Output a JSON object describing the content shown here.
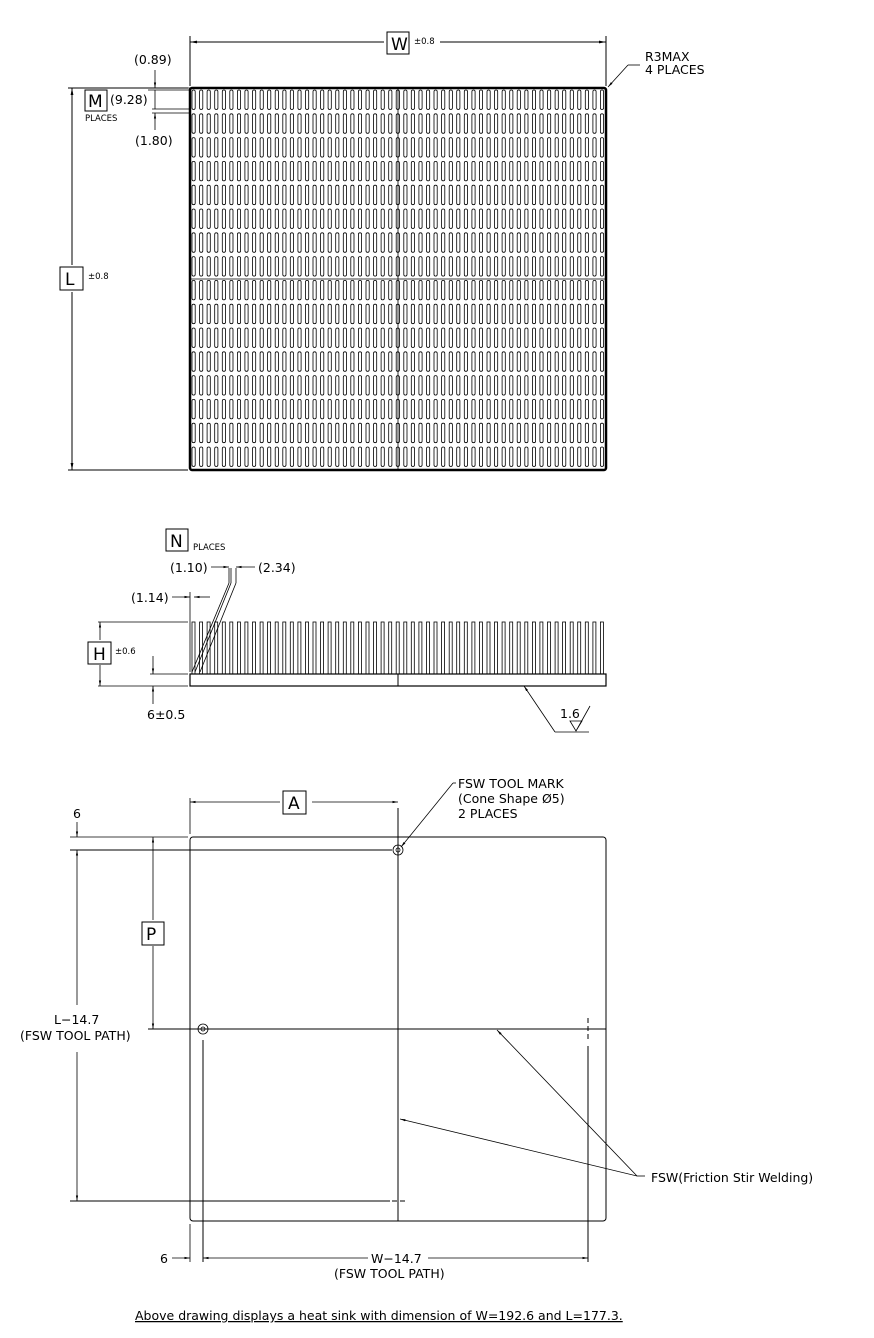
{
  "top_view": {
    "width_label": "W",
    "width_tol": "±0.8",
    "length_label": "L",
    "length_tol": "±0.8",
    "corner_note_line1": "R3MAX",
    "corner_note_line2": "4 PLACES",
    "slot_top_gap": "(0.89)",
    "slot_length": "(9.28)",
    "slot_row_gap": "(1.80)",
    "slot_count_label": "M",
    "slot_count_suffix": "PLACES"
  },
  "side_view": {
    "fin_count_label": "N",
    "fin_count_suffix": "PLACES",
    "fin_thickness": "(1.10)",
    "fin_pitch": "(2.34)",
    "fin_gap": "(1.14)",
    "height_label": "H",
    "height_tol": "±0.6",
    "base_thickness": "6±0.5",
    "surface_finish": "1.6"
  },
  "bottom_view": {
    "offset_label": "A",
    "vertical_offset_label": "P",
    "top_margin": "6",
    "left_margin": "6",
    "tool_mark_line1": "FSW TOOL MARK",
    "tool_mark_line2": "(Cone Shape Ø5)",
    "tool_mark_line3": "2 PLACES",
    "length_path_line1": "L−14.7",
    "length_path_line2": "(FSW TOOL PATH)",
    "width_path_line1": "W−14.7",
    "width_path_line2": "(FSW TOOL PATH)",
    "weld_note": "FSW(Friction Stir Welding)"
  },
  "caption": "Above drawing displays a heat sink with dimension of W=192.6 and L=177.3."
}
